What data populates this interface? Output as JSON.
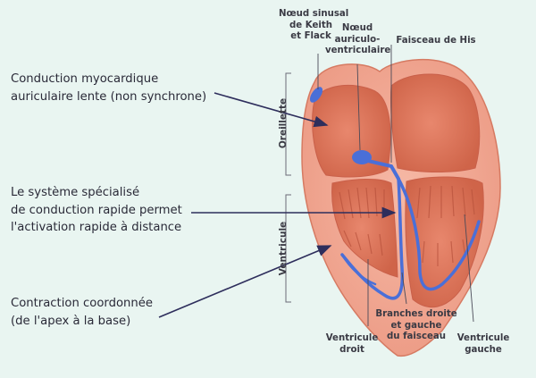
{
  "labels": {
    "conduction_myocardique": [
      "Conduction myocardique",
      "auriculaire lente (non synchrone)"
    ],
    "systeme_specialise": [
      "Le système spécialisé",
      "de conduction rapide permet",
      "l'activation rapide à distance"
    ],
    "contraction": [
      "Contraction coordonnée",
      "(de l'apex à la base)"
    ],
    "noeud_sinusal": [
      "Nœud sinusal",
      "de Keith",
      "et Flack"
    ],
    "noeud_av": [
      "Nœud",
      "auriculo-",
      "ventriculaire"
    ],
    "faisceau_his": "Faisceau de His",
    "branches": [
      "Branches droite",
      "et gauche",
      "du faisceau"
    ],
    "ventricule_droit": [
      "Ventricule",
      "droit"
    ],
    "ventricule_gauche": [
      "Ventricule",
      "gauche"
    ],
    "oreillette": "Oreillette",
    "ventricule": "Ventricule"
  },
  "colors": {
    "background": "#e9f5f1",
    "heart_outer": "#f2a994",
    "heart_inner": "#dc7458",
    "conduction": "#4a6fd8",
    "arrow": "#2e2e5c",
    "text": "#2a2a38"
  }
}
